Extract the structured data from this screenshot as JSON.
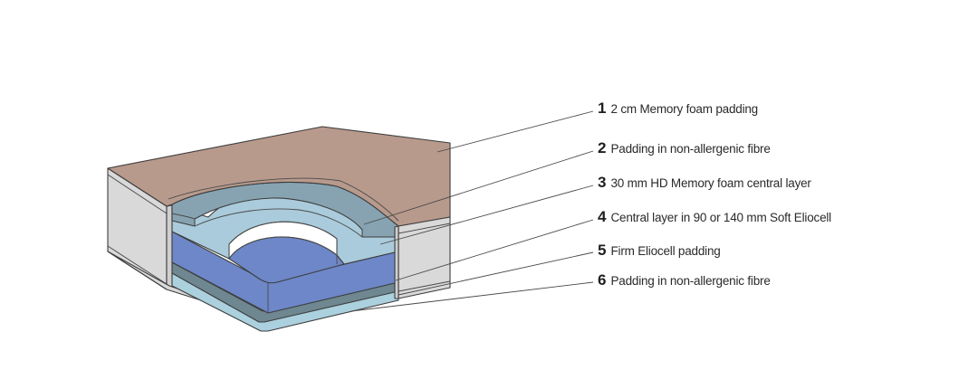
{
  "title": "Mattress layer cross-section",
  "colors": {
    "memory_foam_top": "#b89a8c",
    "fibre_padding_upper": "#87a3b1",
    "hd_memory_foam": "#aacbdb",
    "soft_eliocell_core": "#6d87c8",
    "firm_eliocell": "#6e8790",
    "fibre_padding_base": "#abd0de",
    "side_panel": "#d9d9d9"
  },
  "layers": [
    {
      "number": "1",
      "label": "2 cm Memory foam padding"
    },
    {
      "number": "2",
      "label": "Padding in non-allergenic fibre"
    },
    {
      "number": "3",
      "label": "30 mm HD Memory foam central layer"
    },
    {
      "number": "4",
      "label": "Central layer in 90 or 140 mm Soft Eliocell"
    },
    {
      "number": "5",
      "label": "Firm Eliocell padding"
    },
    {
      "number": "6",
      "label": "Padding in non-allergenic fibre"
    }
  ]
}
